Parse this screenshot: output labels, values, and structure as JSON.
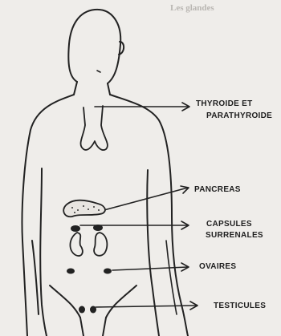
{
  "diagram": {
    "faint_heading": "Les glandes",
    "labels": {
      "thyroid_line1": "THYROIDE ET",
      "thyroid_line2": "PARATHYROIDE",
      "pancreas": "PANCREAS",
      "adrenal_line1": "CAPSULES",
      "adrenal_line2": "SURRENALES",
      "ovaries": "OVAIRES",
      "testes": "TESTICULES"
    },
    "colors": {
      "paper": "#efedea",
      "ink": "#222222"
    }
  }
}
